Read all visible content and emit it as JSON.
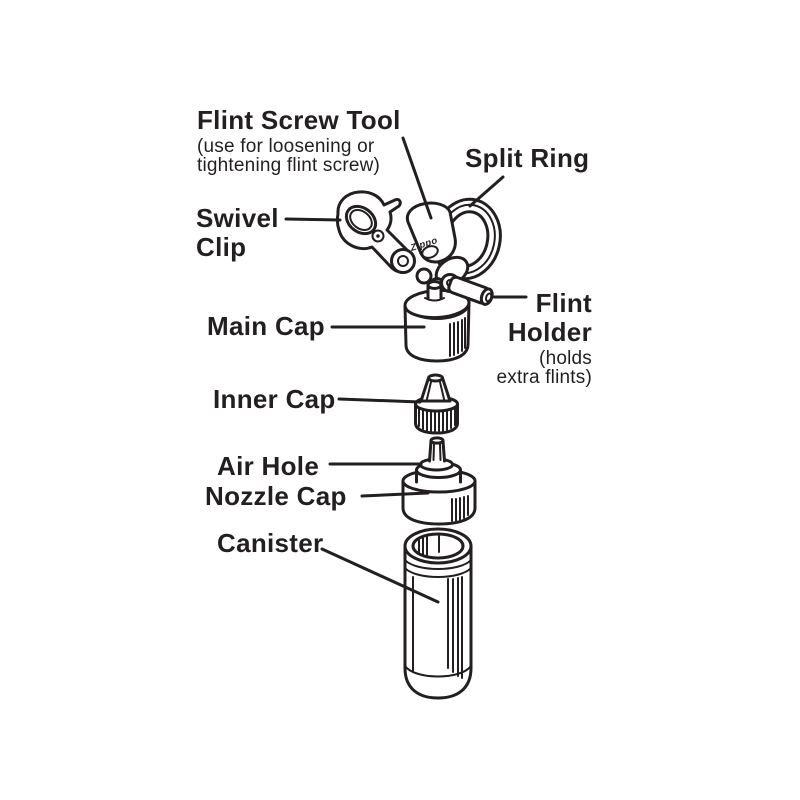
{
  "diagram": {
    "type": "exploded-parts-diagram",
    "subject": "Lighter fuel canister kit with flint screw tool",
    "colors": {
      "ink": "#231f20",
      "background": "#ffffff"
    },
    "engraving": "Zippo",
    "labels": {
      "flint_screw_tool": {
        "title": "Flint Screw Tool",
        "note_line1": "(use for loosening or",
        "note_line2": "tightening flint screw)"
      },
      "split_ring": {
        "title": "Split Ring"
      },
      "swivel_clip": {
        "line1": "Swivel",
        "line2": "Clip"
      },
      "main_cap": {
        "title": "Main Cap"
      },
      "flint_holder": {
        "line1": "Flint",
        "line2": "Holder",
        "note_line1": "(holds",
        "note_line2": "extra flints)"
      },
      "inner_cap": {
        "title": "Inner Cap"
      },
      "air_hole": {
        "title": "Air Hole"
      },
      "nozzle_cap": {
        "title": "Nozzle Cap"
      },
      "canister": {
        "title": "Canister"
      }
    }
  }
}
